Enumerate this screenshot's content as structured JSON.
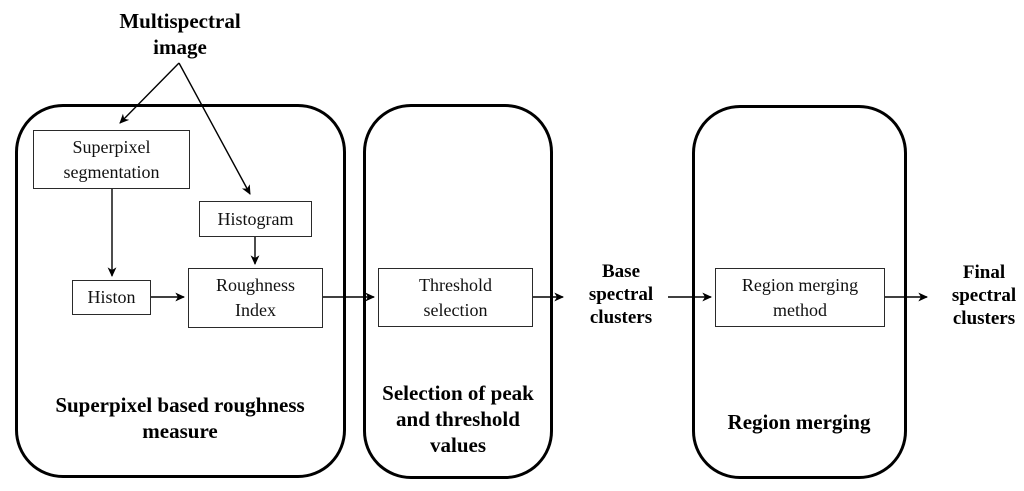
{
  "diagram": {
    "top_label": "Multispectral\nimage",
    "containers": [
      {
        "caption": "Superpixel based roughness\nmeasure"
      },
      {
        "caption": "Selection of peak\nand threshold\nvalues"
      },
      {
        "caption": "Region merging"
      }
    ],
    "boxes": {
      "superpixel_segmentation": "Superpixel\nsegmentation",
      "histogram": "Histogram",
      "histon": "Histon",
      "roughness_index": "Roughness\nIndex",
      "threshold_selection": "Threshold\nselection",
      "region_merging_method": "Region merging\nmethod"
    },
    "flow_labels": {
      "base_clusters": "Base\nspectral\nclusters",
      "final_clusters": "Final\nspectral\nclusters"
    },
    "colors": {
      "ink": "#000000",
      "background": "#ffffff"
    }
  }
}
